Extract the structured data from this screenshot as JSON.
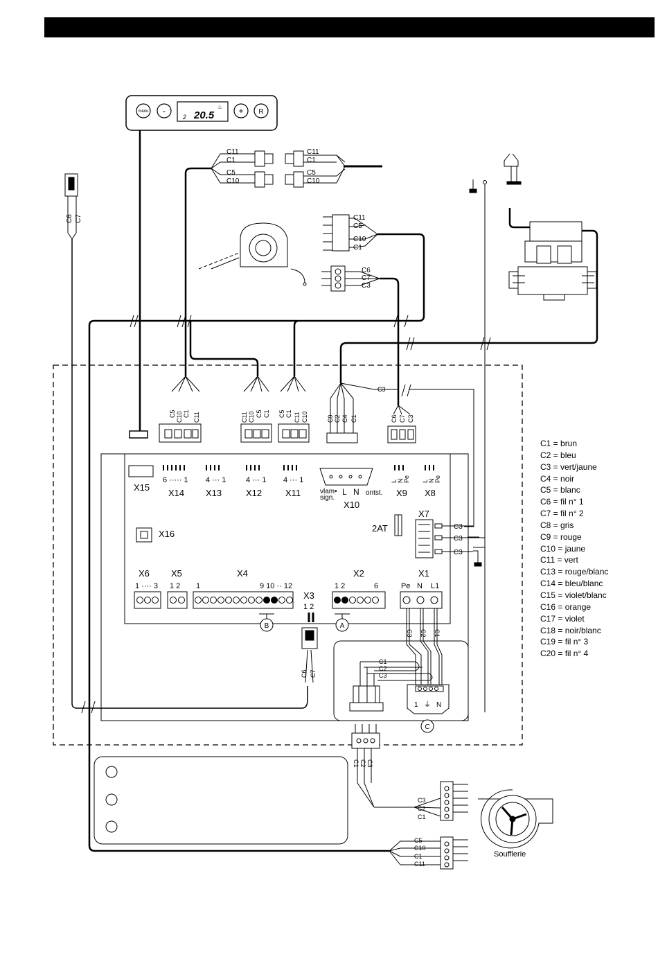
{
  "thermostat": {
    "menu_label": "menu",
    "minus_label": "-",
    "plus_label": "+",
    "reset_label": "R",
    "display_temp": "20.5",
    "display_small": "2"
  },
  "wires": {
    "c1": "C1",
    "c2": "C2",
    "c3": "C3",
    "c4": "C4",
    "c5": "C5",
    "c6": "C6",
    "c7": "C7",
    "c9": "C9",
    "c10": "C10",
    "c11": "C11"
  },
  "board": {
    "connectors": {
      "x1": "X1",
      "x2": "X2",
      "x3": "X3",
      "x4": "X4",
      "x5": "X5",
      "x6": "X6",
      "x7": "X7",
      "x8": "X8",
      "x9": "X9",
      "x10": "X10",
      "x11": "X11",
      "x12": "X12",
      "x13": "X13",
      "x14": "X14",
      "x15": "X15",
      "x16": "X16"
    },
    "pin_ranges": {
      "x14": "6 ····· 1",
      "x13": "4 ··· 1",
      "x12": "4 ··· 1",
      "x11": "4 ··· 1",
      "x6": "1 ···· 3",
      "x5": "1   2",
      "x4_start": "1",
      "x4_end": "9 10 ·· 12",
      "x2_start": "1 2",
      "x2_end": "6",
      "x3": "1 2"
    },
    "x1_pins": [
      "Pe",
      "N",
      "L1"
    ],
    "x10_labels": {
      "vlam": "vlam•",
      "sign": "sign.",
      "l": "L",
      "n": "N",
      "ontst": "ontst."
    },
    "x9_pins": [
      "L",
      "N",
      "Pe"
    ],
    "x8_pins": [
      "L",
      "N",
      "Pe"
    ],
    "fuse": "2AT",
    "markers": {
      "a": "A",
      "b": "B",
      "c": "C"
    },
    "transformer_pins": {
      "p1": "1",
      "ground": "⏚",
      "n": "N"
    }
  },
  "fan_label": "Soufflerie",
  "legend": [
    "C1  = brun",
    "C2  = bleu",
    "C3  = vert/jaune",
    "C4  = noir",
    "C5  = blanc",
    "C6  = fil n° 1",
    "C7  = fil n° 2",
    "C8  = gris",
    "C9  = rouge",
    "C10 = jaune",
    "C11 = vert",
    "C13  = rouge/blanc",
    "C14 = bleu/blanc",
    "C15 = violet/blanc",
    "C16 = orange",
    "C17 = violet",
    "C18 = noir/blanc",
    "C19 = fil n° 3",
    "C20  = fil n° 4"
  ]
}
